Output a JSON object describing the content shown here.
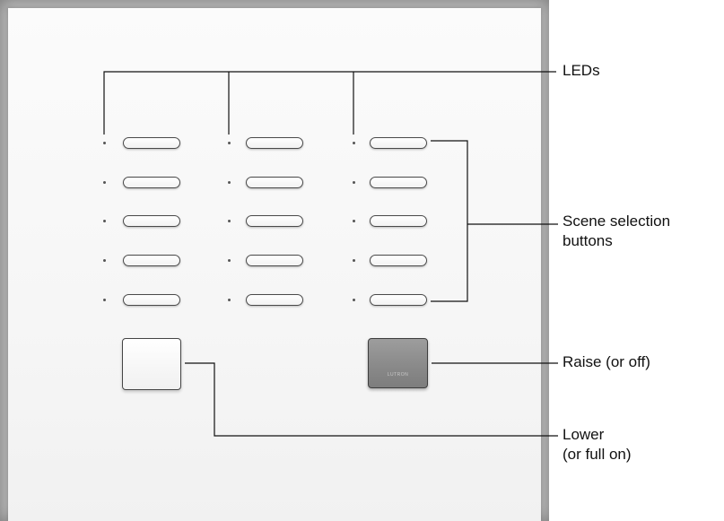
{
  "device": {
    "logo_text": "LUTRON"
  },
  "labels": {
    "leds": "LEDs",
    "scene_line1": "Scene selection",
    "scene_line2": "buttons",
    "raise": "Raise (or off)",
    "lower_line1": "Lower",
    "lower_line2": "(or full on)"
  },
  "colors": {
    "panel": "#f6f6f6",
    "raise_button": "#8a8a8a",
    "leader_line": "#111111"
  }
}
